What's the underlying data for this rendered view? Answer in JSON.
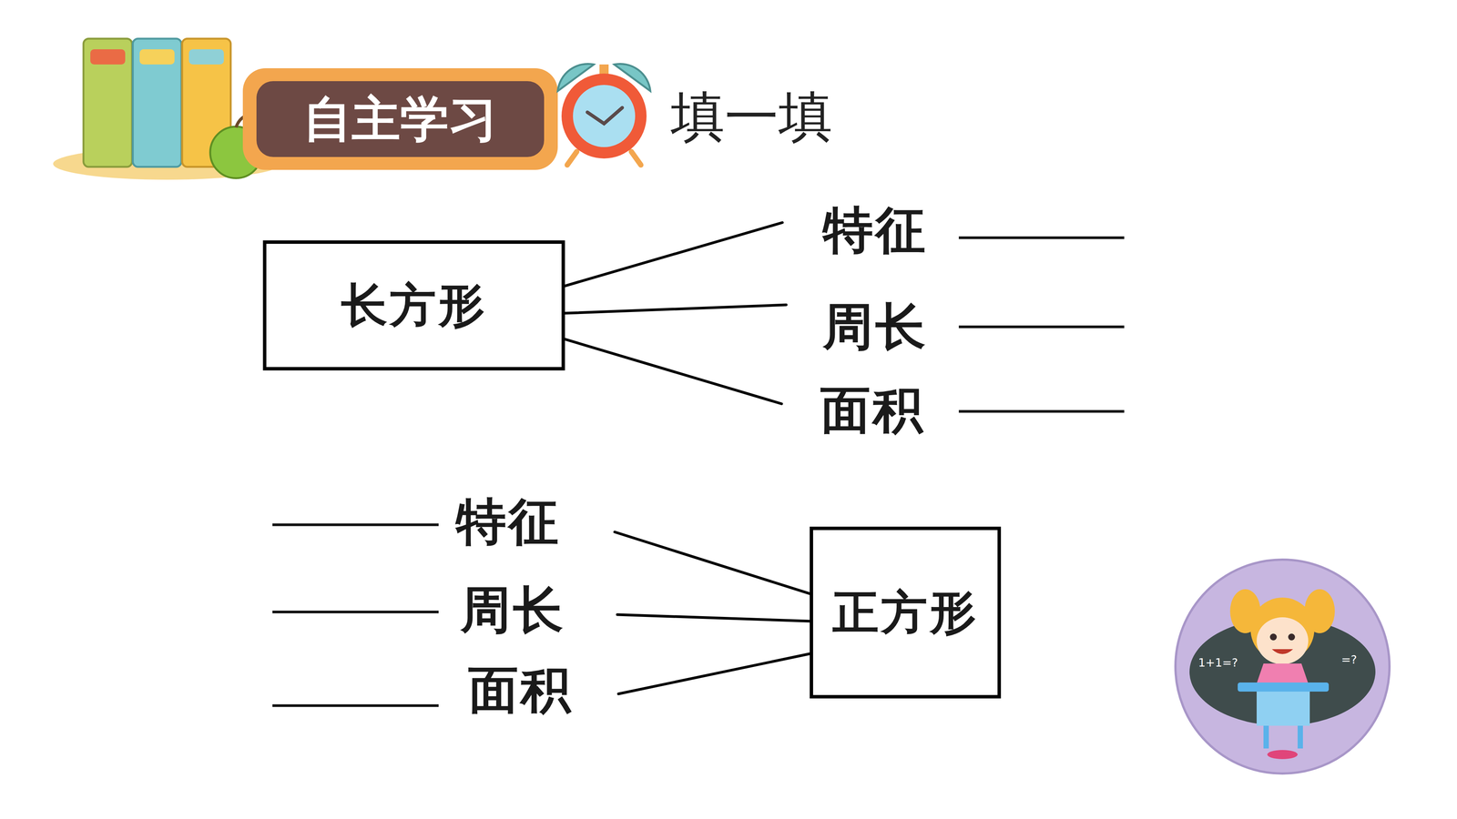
{
  "diagram": {
    "title": "填一填",
    "nodes": [
      {
        "text": [
          "长方形"
        ]
      },
      {
        "text": [
          "特征"
        ]
      },
      {
        "text": [
          "周长"
        ]
      },
      {
        "text": [
          "面积"
        ]
      },
      {
        "text": [
          "特征"
        ]
      },
      {
        "text": [
          "周长"
        ]
      },
      {
        "text": [
          "面积"
        ]
      },
      {
        "text": [
          "正方形"
        ]
      }
    ],
    "edges": [
      {
        "from": 0,
        "to": 1,
        "arrow": "none"
      },
      {
        "from": 0,
        "to": 2,
        "arrow": "none"
      },
      {
        "from": 0,
        "to": 3,
        "arrow": "none"
      },
      {
        "from": 4,
        "to": 7,
        "arrow": "none"
      },
      {
        "from": 5,
        "to": 7,
        "arrow": "none"
      },
      {
        "from": 6,
        "to": 7,
        "arrow": "none"
      }
    ],
    "labels": [
      "自主学习",
      "1+1=?",
      "=?"
    ]
  }
}
